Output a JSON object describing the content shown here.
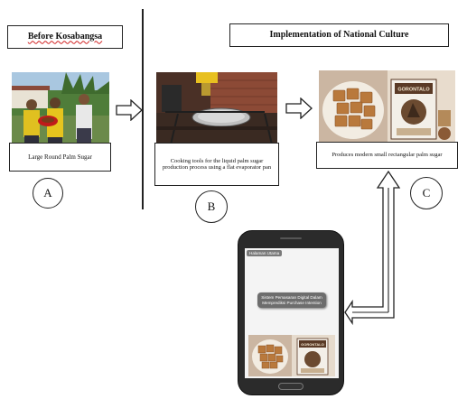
{
  "header_before": "Before Kosabangsa",
  "header_implementation": "Implementation of National Culture",
  "caption_a": "Large Round Palm Sugar",
  "caption_b": "Cooking tools for the liquid palm sugar production process using a flat evaporator pan",
  "caption_c": "Produces modern small rectangular palm sugar",
  "marker_a": "A",
  "marker_b": "B",
  "marker_c": "C",
  "phone": {
    "tab_label": "Halaman Utama",
    "center_caption": "Sistem Pemasaran Digital Dalam Memprediksi Purchase Intention",
    "package_brand": "GORONTALO"
  },
  "colors": {
    "line": "#222222",
    "phone_body": "#2b2b2b",
    "phone_screen": "#f4f4f4",
    "caption_bg": "#6d6d6d"
  }
}
